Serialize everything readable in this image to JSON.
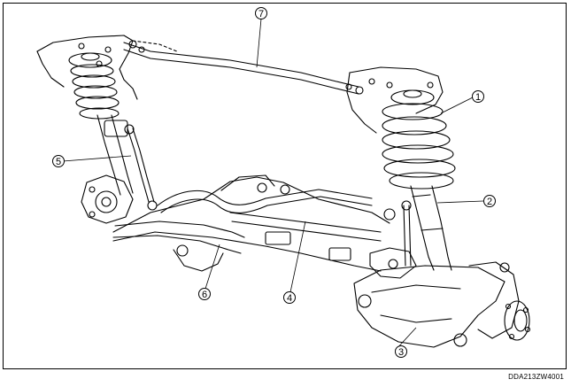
{
  "callouts": [
    {
      "id": "1",
      "label": "1"
    },
    {
      "id": "2",
      "label": "2"
    },
    {
      "id": "3",
      "label": "3"
    },
    {
      "id": "4",
      "label": "4"
    },
    {
      "id": "5",
      "label": "5"
    },
    {
      "id": "6",
      "label": "6"
    },
    {
      "id": "7",
      "label": "7"
    }
  ],
  "figure_code": "DDA213ZW4001"
}
